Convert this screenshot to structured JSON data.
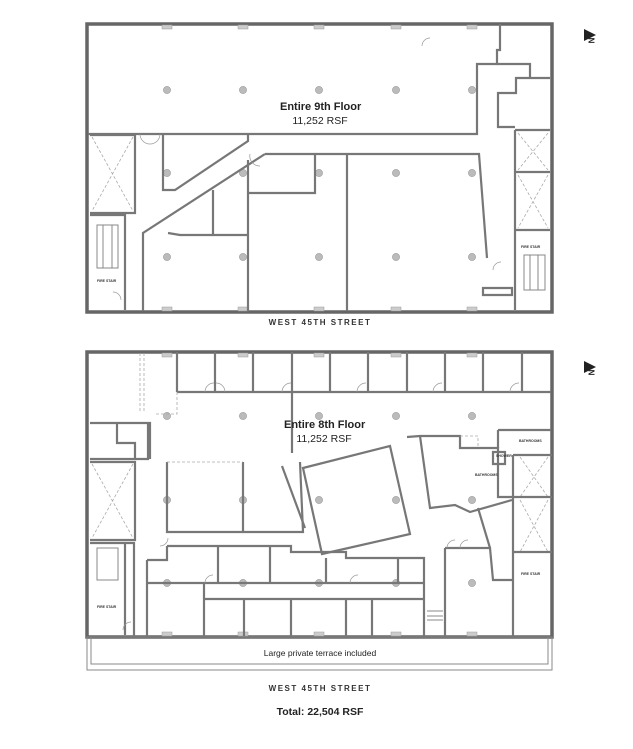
{
  "plans": [
    {
      "title": "Entire 9th Floor",
      "area": "11,252 RSF",
      "street": "WEST 45TH STREET",
      "labels": {
        "fire_stair_left": "FIRE STAIR",
        "fire_stair_right": "FIRE STAIR"
      }
    },
    {
      "title": "Entire 8th Floor",
      "area": "11,252 RSF",
      "street": "WEST 45TH STREET",
      "terrace": "Large private terrace included",
      "labels": {
        "fire_stair_left": "FIRE STAIR",
        "fire_stair_right": "FIRE STAIR",
        "bathrooms_top": "BATHROOMS",
        "shower": "SHOWER",
        "bathrooms_mid": "BATHROOMS"
      }
    }
  ],
  "total": "Total: 22,504 RSF",
  "north_icon": "north-arrow-icon",
  "north_letter": "N",
  "colors": {
    "walls": "#777777",
    "columns": "#bbbbbb",
    "text": "#222222"
  }
}
